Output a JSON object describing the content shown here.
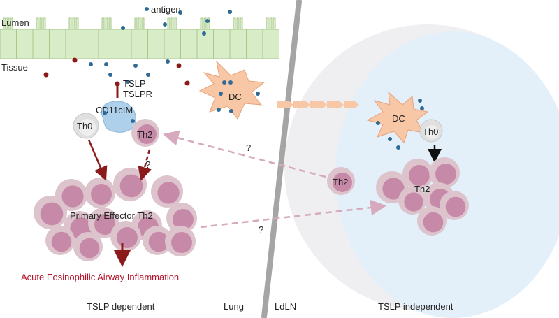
{
  "labels": {
    "lumen": "Lumen",
    "tissue": "Tissue",
    "antigen": "antigen",
    "tslp": "TSLP",
    "tslpr": "TSLPR",
    "cd11cim": "CD11cIM",
    "th0_lung": "Th0",
    "th2_lung": "Th2",
    "dc_lung": "DC",
    "dc_ln": "DC",
    "th0_ln": "Th0",
    "th2_migrating": "Th2",
    "th2_cluster_ln": "Th2",
    "primary_effector": "Primary Effector Th2",
    "inflammation": "Acute Eosinophilic Airway Inflammation",
    "q1": "?",
    "q2": "?",
    "q3": "?",
    "tslp_dependent": "TSLP dependent",
    "lung": "Lung",
    "ldln": "LdLN",
    "tslp_independent": "TSLP independent"
  },
  "colors": {
    "epithelium_fill": "#d9ecc8",
    "epithelium_stroke": "#a7c98b",
    "antigen_dot": "#2f6b96",
    "tslp_dot": "#8b1a1a",
    "dc_fill": "#f8c7a6",
    "dc_stroke": "#e7a27c",
    "cd11cim_fill": "#aed0ea",
    "th0_fill": "#e8e8e8",
    "th2_outer": "#dcc3cc",
    "th2_inner": "#c68aa8",
    "arrow_dark_red": "#8b1a1a",
    "arrow_pink": "#d6a9bc",
    "arrow_peach": "#f8c7a6",
    "ln_outer": "#efeff1",
    "ln_inner": "#e3eff9",
    "divider": "#a5a5a5",
    "inflammation_text": "#b2132a"
  }
}
